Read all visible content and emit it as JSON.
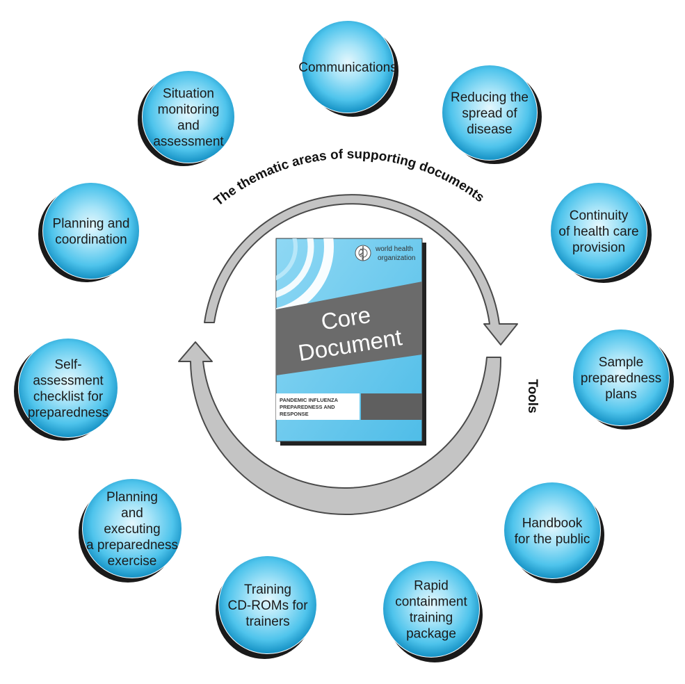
{
  "cycle": {
    "arc_label": "The thematic areas of supporting documents",
    "tools_label": "Tools"
  },
  "core_document": {
    "logo_text": [
      "world health",
      "organization"
    ],
    "title": [
      "Core",
      "Document"
    ],
    "subtitle": [
      "PANDEMIC INFLUENZA",
      "PREPAREDNESS AND",
      "RESPONSE"
    ]
  },
  "bubbles": [
    {
      "id": "communications",
      "lines": [
        "Communications"
      ]
    },
    {
      "id": "reducing-spread",
      "lines": [
        "Reducing the",
        "spread of",
        "disease"
      ]
    },
    {
      "id": "continuity-care",
      "lines": [
        "Continuity",
        "of health care",
        "provision"
      ]
    },
    {
      "id": "sample-plans",
      "lines": [
        "Sample",
        "preparedness",
        "plans"
      ]
    },
    {
      "id": "handbook-public",
      "lines": [
        "Handbook",
        "for the public"
      ]
    },
    {
      "id": "rapid-containment",
      "lines": [
        "Rapid",
        "containment",
        "training",
        "package"
      ]
    },
    {
      "id": "training-cdroms",
      "lines": [
        "Training",
        "CD-ROMs for",
        "trainers"
      ]
    },
    {
      "id": "planning-exercise",
      "lines": [
        "Planning",
        "and",
        "executing",
        "a preparedness",
        "exercise"
      ]
    },
    {
      "id": "self-assessment",
      "lines": [
        "Self-",
        "assessment",
        "checklist for",
        "preparedness"
      ]
    },
    {
      "id": "planning-coordination",
      "lines": [
        "Planning and",
        "coordination"
      ]
    },
    {
      "id": "situation-monitoring",
      "lines": [
        "Situation",
        "monitoring",
        "and",
        "assessment"
      ]
    }
  ],
  "colors": {
    "bubble_center": "#e4f7fd",
    "bubble_mid": "#5fcdef",
    "bubble_edge": "#1497c8",
    "bubble_shadow": "#1a1a1a",
    "arrow_fill": "#c4c4c4",
    "arrow_stroke": "#4a4a4a",
    "doc_blue": "#5fc7ee",
    "doc_band": "#6b6b6b"
  }
}
